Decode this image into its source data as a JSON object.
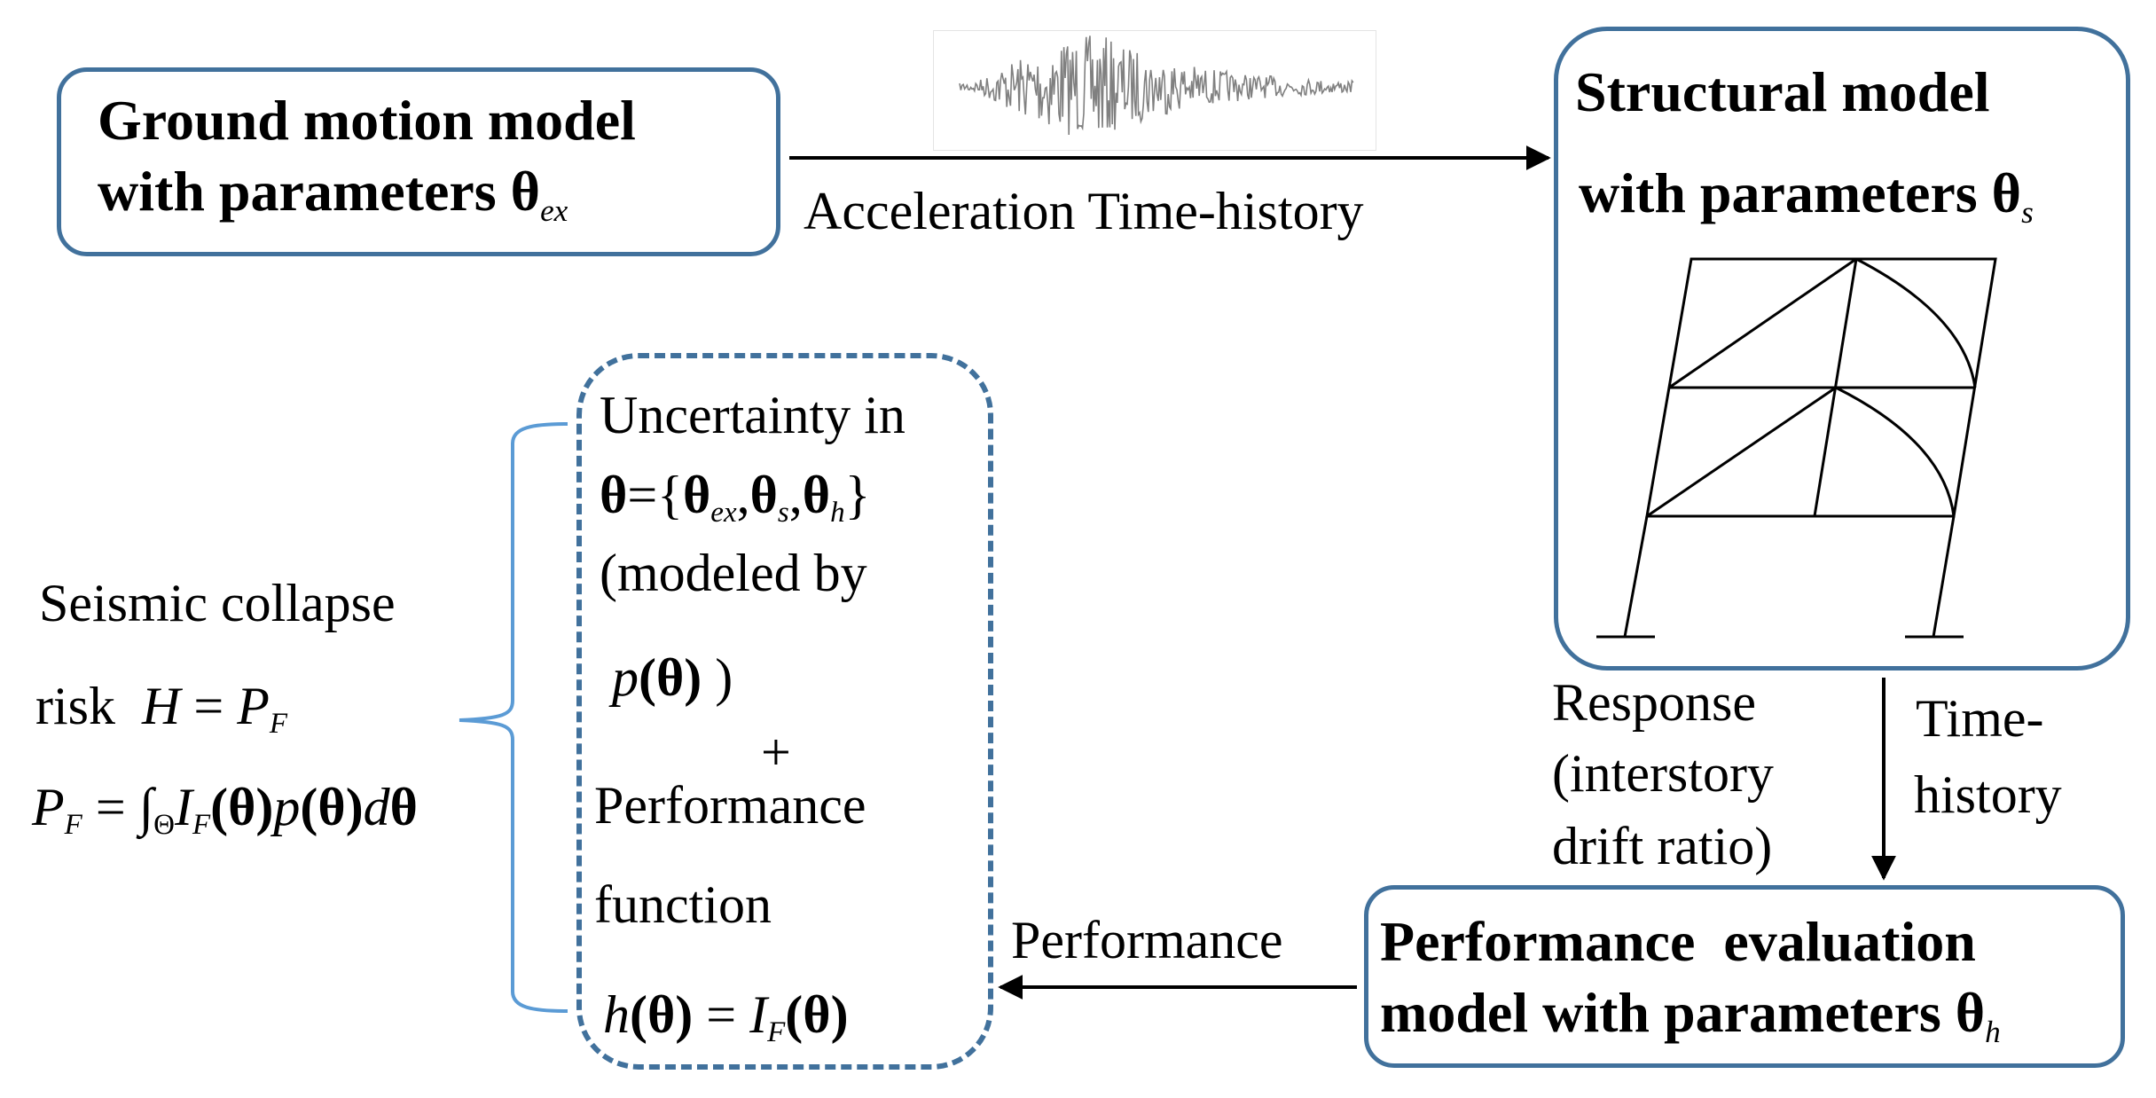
{
  "colors": {
    "box_border": "#41719c",
    "bracket": "#5b9bd5",
    "line": "#000000",
    "waveform": "#808080"
  },
  "ground_motion": {
    "line1": "Ground motion model",
    "line2": "with parameters ",
    "theta": "θ",
    "sub": "ex"
  },
  "arrow_top_label": "Acceleration Time-history",
  "structural": {
    "line1": "Structural model",
    "line2": "with parameters ",
    "theta": "θ",
    "sub": "s"
  },
  "response_label": {
    "line1": "Response",
    "line2": "(interstory",
    "line3": "drift ratio)"
  },
  "time_history_label": {
    "line1": "Time-",
    "line2": "history"
  },
  "performance_eval": {
    "line1": "Performance  evaluation",
    "line2": "model with parameters ",
    "theta": "θ",
    "sub": "h"
  },
  "performance_arrow_label": "Performance",
  "uncertainty": {
    "line1": "Uncertainty in",
    "set": {
      "theta": "θ",
      "eq": "={",
      "comma": ",",
      "close": "}",
      "s1": "ex",
      "s2": "s",
      "s3": "h"
    },
    "line3": "(modeled by",
    "p": "p",
    "p_arg": "(θ)",
    "p_close": " )",
    "plus": "+",
    "line5": "Performance",
    "line6": "function",
    "h_lhs": "h",
    "h_arg": "(θ)",
    "h_eq": " = ",
    "h_I": "I",
    "h_sub": "F",
    "h_rhs": "(θ)"
  },
  "seismic": {
    "line1": "Seismic collapse",
    "line2": "risk  ",
    "H": "H",
    "eq": " = ",
    "P": "P",
    "P_sub": "F",
    "f_P": "P",
    "f_P_sub": "F",
    "f_eq": " = ",
    "f_int": "∫",
    "f_int_sub": "Θ",
    "f_I": "I",
    "f_I_sub": "F",
    "f_arg1": "(θ)",
    "f_p": "p",
    "f_arg2": "(θ)",
    "f_d": "d",
    "f_theta": "θ"
  }
}
